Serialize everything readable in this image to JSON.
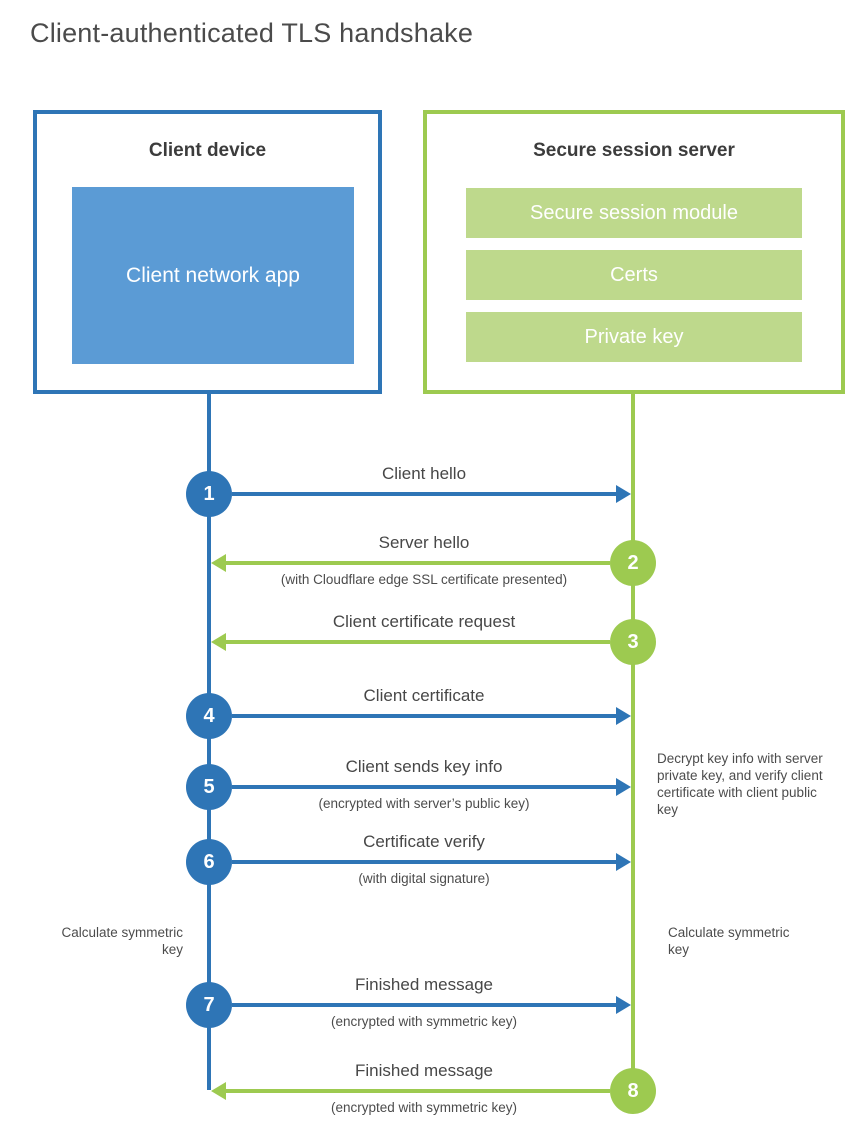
{
  "title": "Client-authenticated TLS handshake",
  "colors": {
    "blue": "#2e75b6",
    "blue_fill": "#5b9bd5",
    "green": "#9dca50",
    "green_fill": "#bed98c"
  },
  "client_box": {
    "heading": "Client device",
    "app_label": "Client network app"
  },
  "server_box": {
    "heading": "Secure session server",
    "modules": [
      "Secure session module",
      "Certs",
      "Private key"
    ]
  },
  "steps": [
    {
      "num": "1",
      "label": "Client hello",
      "sub": "",
      "direction": "right",
      "actor": "client"
    },
    {
      "num": "2",
      "label": "Server hello",
      "sub": "(with Cloudflare edge SSL certificate presented)",
      "direction": "left",
      "actor": "server"
    },
    {
      "num": "3",
      "label": "Client certificate request",
      "sub": "",
      "direction": "left",
      "actor": "server"
    },
    {
      "num": "4",
      "label": "Client certificate",
      "sub": "",
      "direction": "right",
      "actor": "client"
    },
    {
      "num": "5",
      "label": "Client sends key info",
      "sub": "(encrypted with server’s public key)",
      "direction": "right",
      "actor": "client"
    },
    {
      "num": "6",
      "label": "Certificate verify",
      "sub": "(with digital signature)",
      "direction": "right",
      "actor": "client"
    },
    {
      "num": "7",
      "label": "Finished message",
      "sub": "(encrypted with symmetric key)",
      "direction": "right",
      "actor": "client"
    },
    {
      "num": "8",
      "label": "Finished message",
      "sub": "(encrypted with symmetric key)",
      "direction": "left",
      "actor": "server"
    }
  ],
  "notes": {
    "decrypt": "Decrypt key info with server private key, and verify client certificate with client public key",
    "calc_left": "Calculate symmetric key",
    "calc_right": "Calculate symmetric key"
  }
}
